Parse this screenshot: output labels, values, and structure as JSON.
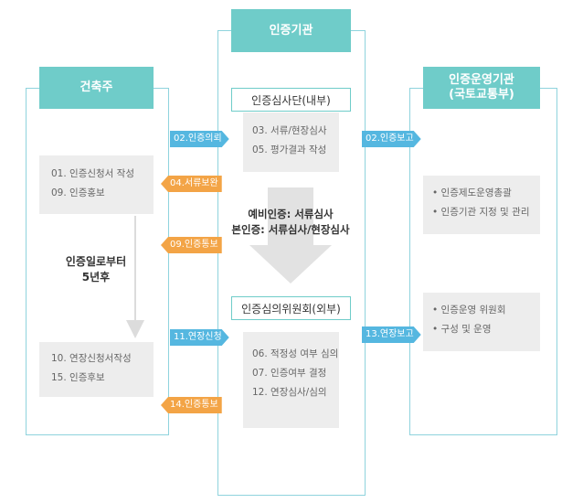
{
  "left_col": {
    "title": "건축주",
    "box1": [
      "01. 인증신청서 작성",
      "09. 인증홍보"
    ],
    "middle_text": [
      "인증일로부터",
      "5년후"
    ],
    "box2": [
      "10. 연장신청서작성",
      "15. 인증후보"
    ]
  },
  "center_col": {
    "title": "인증기관",
    "sub1": "인증심사단(내부)",
    "box1": [
      "03. 서류/현장심사",
      "05. 평가결과 작성"
    ],
    "arrow_text": [
      "예비인증: 서류심사",
      "본인증: 서류심사/현장심사"
    ],
    "sub2": "인증심의위원회(외부)",
    "box2": [
      "06. 적정성 여부 심의",
      "07. 인증여부 결정",
      "12. 연장심사/심의"
    ]
  },
  "right_col": {
    "title": [
      "인증운영기관",
      "(국토교통부)"
    ],
    "box1": [
      "인증제도운영총괄",
      "인증기관 지정 및 관리"
    ],
    "box2": [
      "인증운영 위원회",
      "구성 및 운영"
    ]
  },
  "tags": {
    "t02a": "02.인증의뢰",
    "t04": "04.서류보완",
    "t09": "09.인증통보",
    "t11": "11.연장신청",
    "t14": "14.인증통보",
    "t02b": "02.인증보고",
    "t13": "13.연장보고"
  },
  "colors": {
    "head": "#6fccc9",
    "frame": "#8fd3dd",
    "blue_tag": "#55b7e0",
    "orange_tag": "#f3a446",
    "box": "#ededed",
    "arrow": "#dcdcdc"
  }
}
